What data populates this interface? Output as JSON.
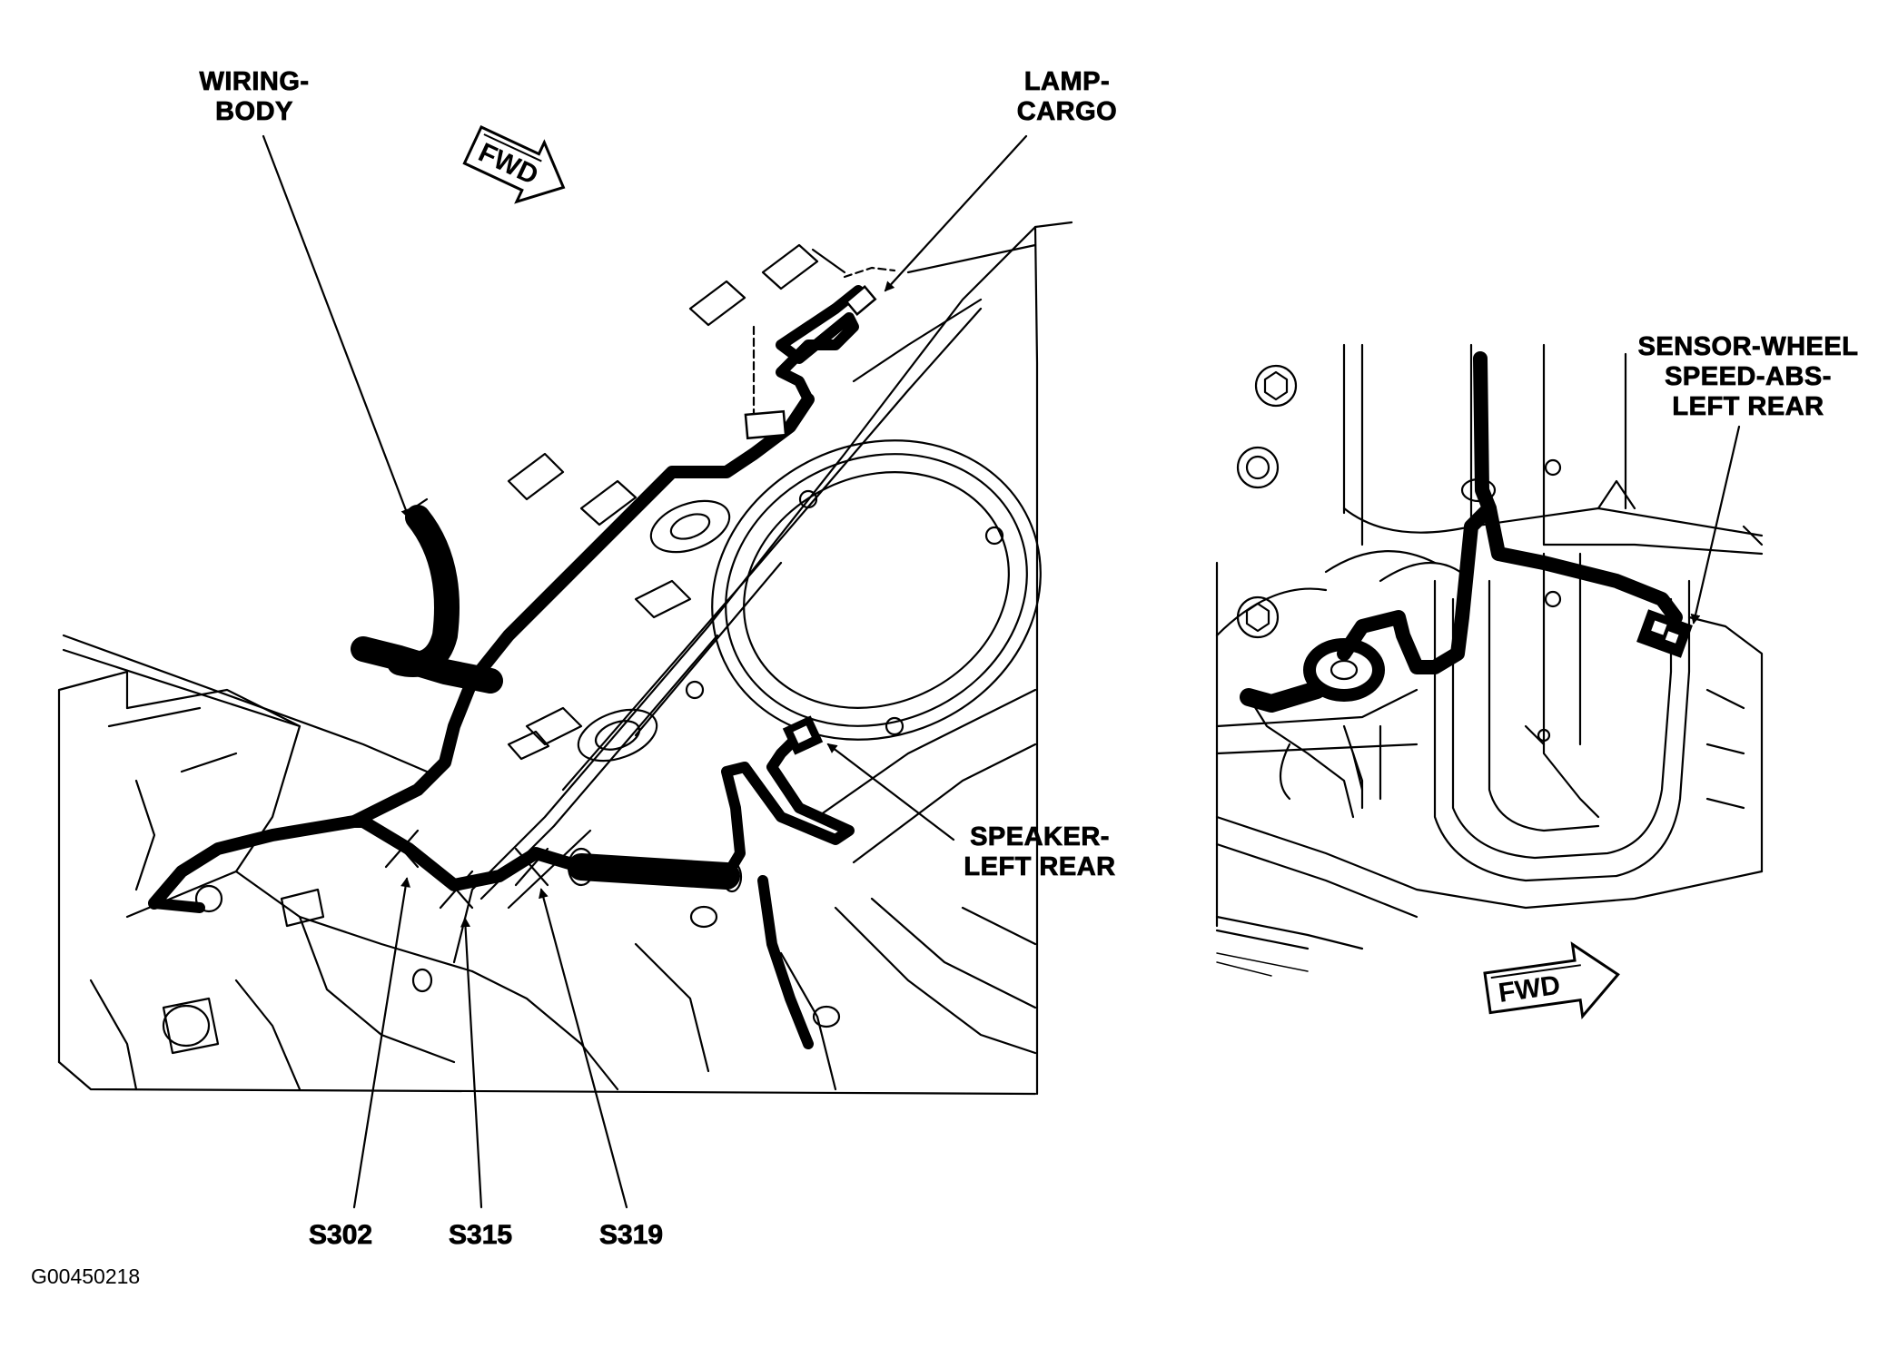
{
  "left_view": {
    "callouts": {
      "wiring_body": [
        "WIRING-",
        "BODY"
      ],
      "lamp_cargo": [
        "LAMP-",
        "CARGO"
      ],
      "speaker_left_rear": [
        "SPEAKER-",
        "LEFT REAR"
      ]
    },
    "splices": [
      "S302",
      "S315",
      "S319"
    ],
    "fwd_label": "FWD"
  },
  "right_view": {
    "callouts": {
      "sensor_wheel_speed": [
        "SENSOR-WHEEL",
        "SPEED-ABS-",
        "LEFT REAR"
      ]
    },
    "fwd_label": "FWD"
  },
  "figure_id": "G00450218"
}
